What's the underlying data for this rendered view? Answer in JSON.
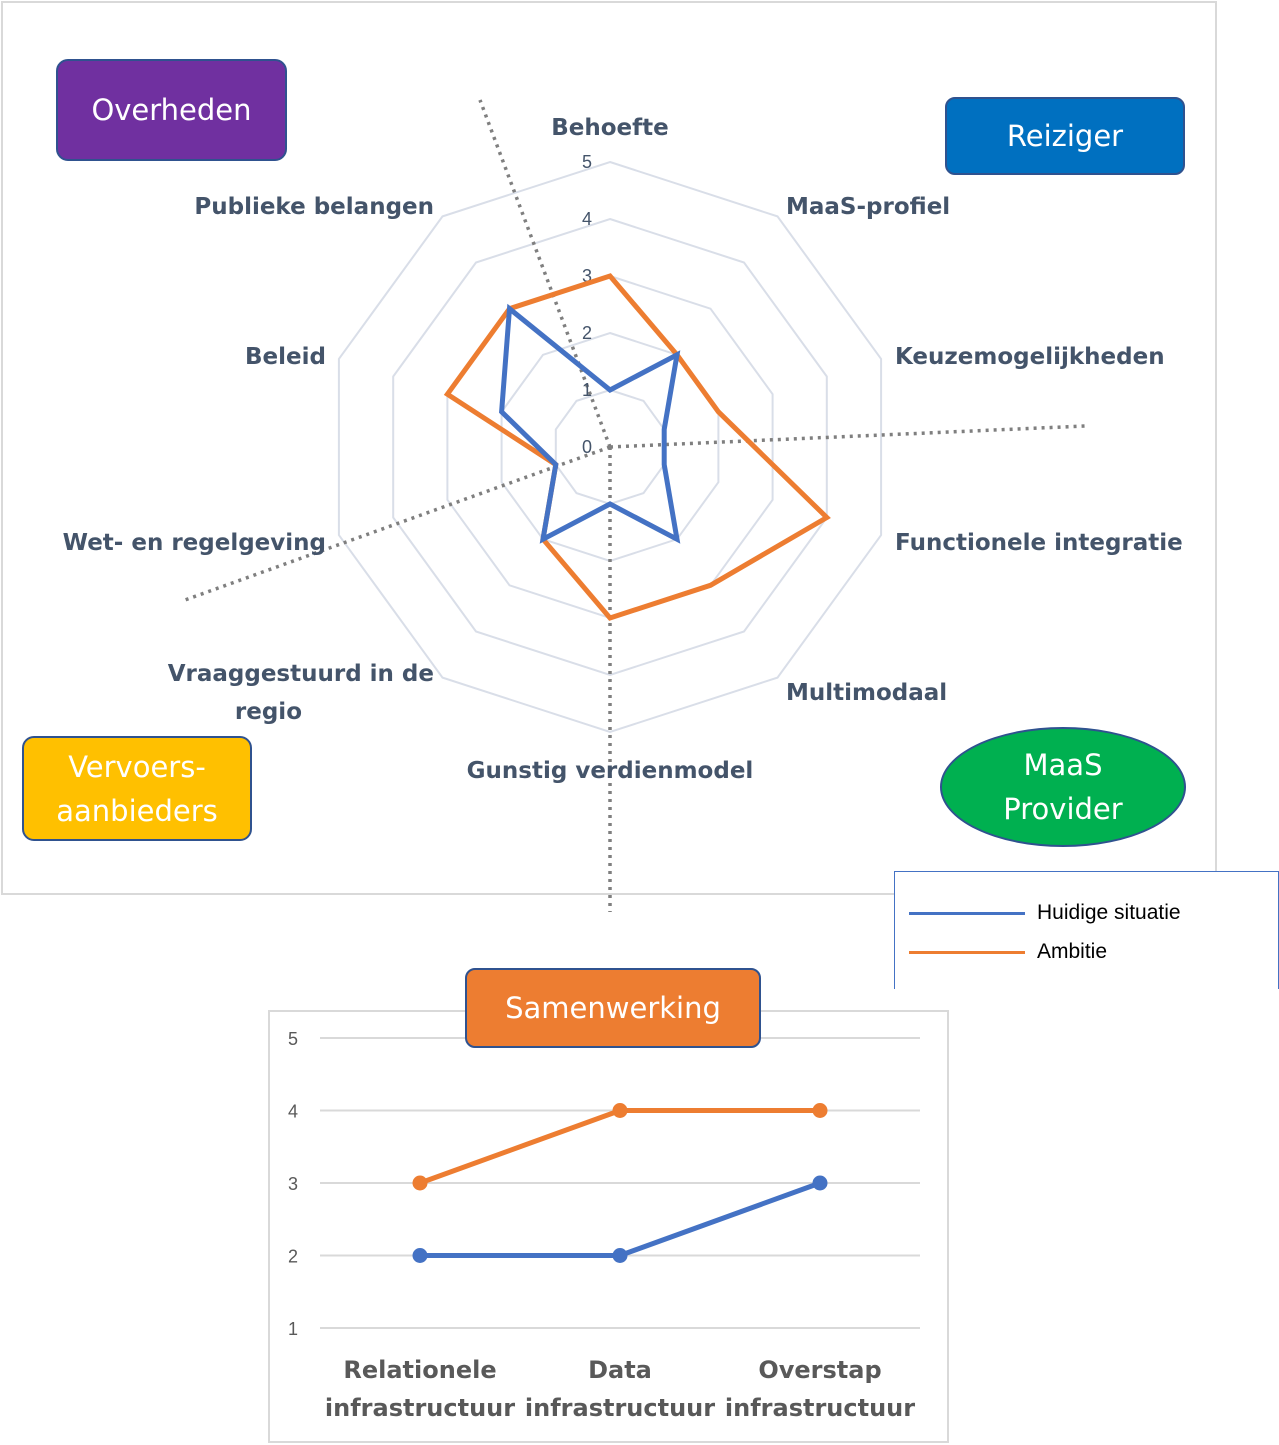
{
  "radar": {
    "axes": [
      "Behoefte",
      "MaaS-profiel",
      "Keuzemogelijkheden",
      "Functionele integratie",
      "Multimodaal",
      "Gunstig verdienmodel",
      "Vraaggestuurd in de\nregio",
      "Wet- en regelgeving",
      "Beleid",
      "Publieke belangen"
    ],
    "ticks": [
      "0",
      "1",
      "2",
      "3",
      "4",
      "5"
    ],
    "colors": {
      "grid": "#d9dee8",
      "divider": "#7f7f7f"
    }
  },
  "stakeholders": {
    "overheden": "Overheden",
    "reiziger": "Reiziger",
    "vervoers": "Vervoers-\naanbieders",
    "maas": "MaaS\nProvider",
    "samenwerking": "Samenwerking"
  },
  "legend": {
    "current": "Huidige situatie",
    "ambition": "Ambitie"
  },
  "chart_data": [
    {
      "type": "radar",
      "categories": [
        "Behoefte",
        "MaaS-profiel",
        "Keuzemogelijkheden",
        "Functionele integratie",
        "Multimodaal",
        "Gunstig verdienmodel",
        "Vraaggestuurd in de regio",
        "Wet- en regelgeving",
        "Beleid",
        "Publieke belangen"
      ],
      "series": [
        {
          "name": "Huidige situatie",
          "color": "#4472c4",
          "values": [
            1,
            2,
            1,
            1,
            2,
            1,
            2,
            1,
            2,
            3
          ]
        },
        {
          "name": "Ambitie",
          "color": "#ed7d31",
          "values": [
            3,
            2,
            2,
            4,
            3,
            3,
            2,
            1,
            3,
            3
          ]
        }
      ],
      "rlim": [
        0,
        5
      ]
    },
    {
      "type": "line",
      "categories": [
        "Relationele\ninfrastructuur",
        "Data\ninfrastructuur",
        "Overstap\ninfrastructuur"
      ],
      "series": [
        {
          "name": "Huidige situatie",
          "color": "#4472c4",
          "values": [
            2,
            2,
            3
          ]
        },
        {
          "name": "Ambitie",
          "color": "#ed7d31",
          "values": [
            3,
            4,
            4
          ]
        }
      ],
      "yticks": [
        "1",
        "2",
        "3",
        "4",
        "5"
      ],
      "ylim": [
        1,
        5
      ],
      "grid": true
    }
  ]
}
